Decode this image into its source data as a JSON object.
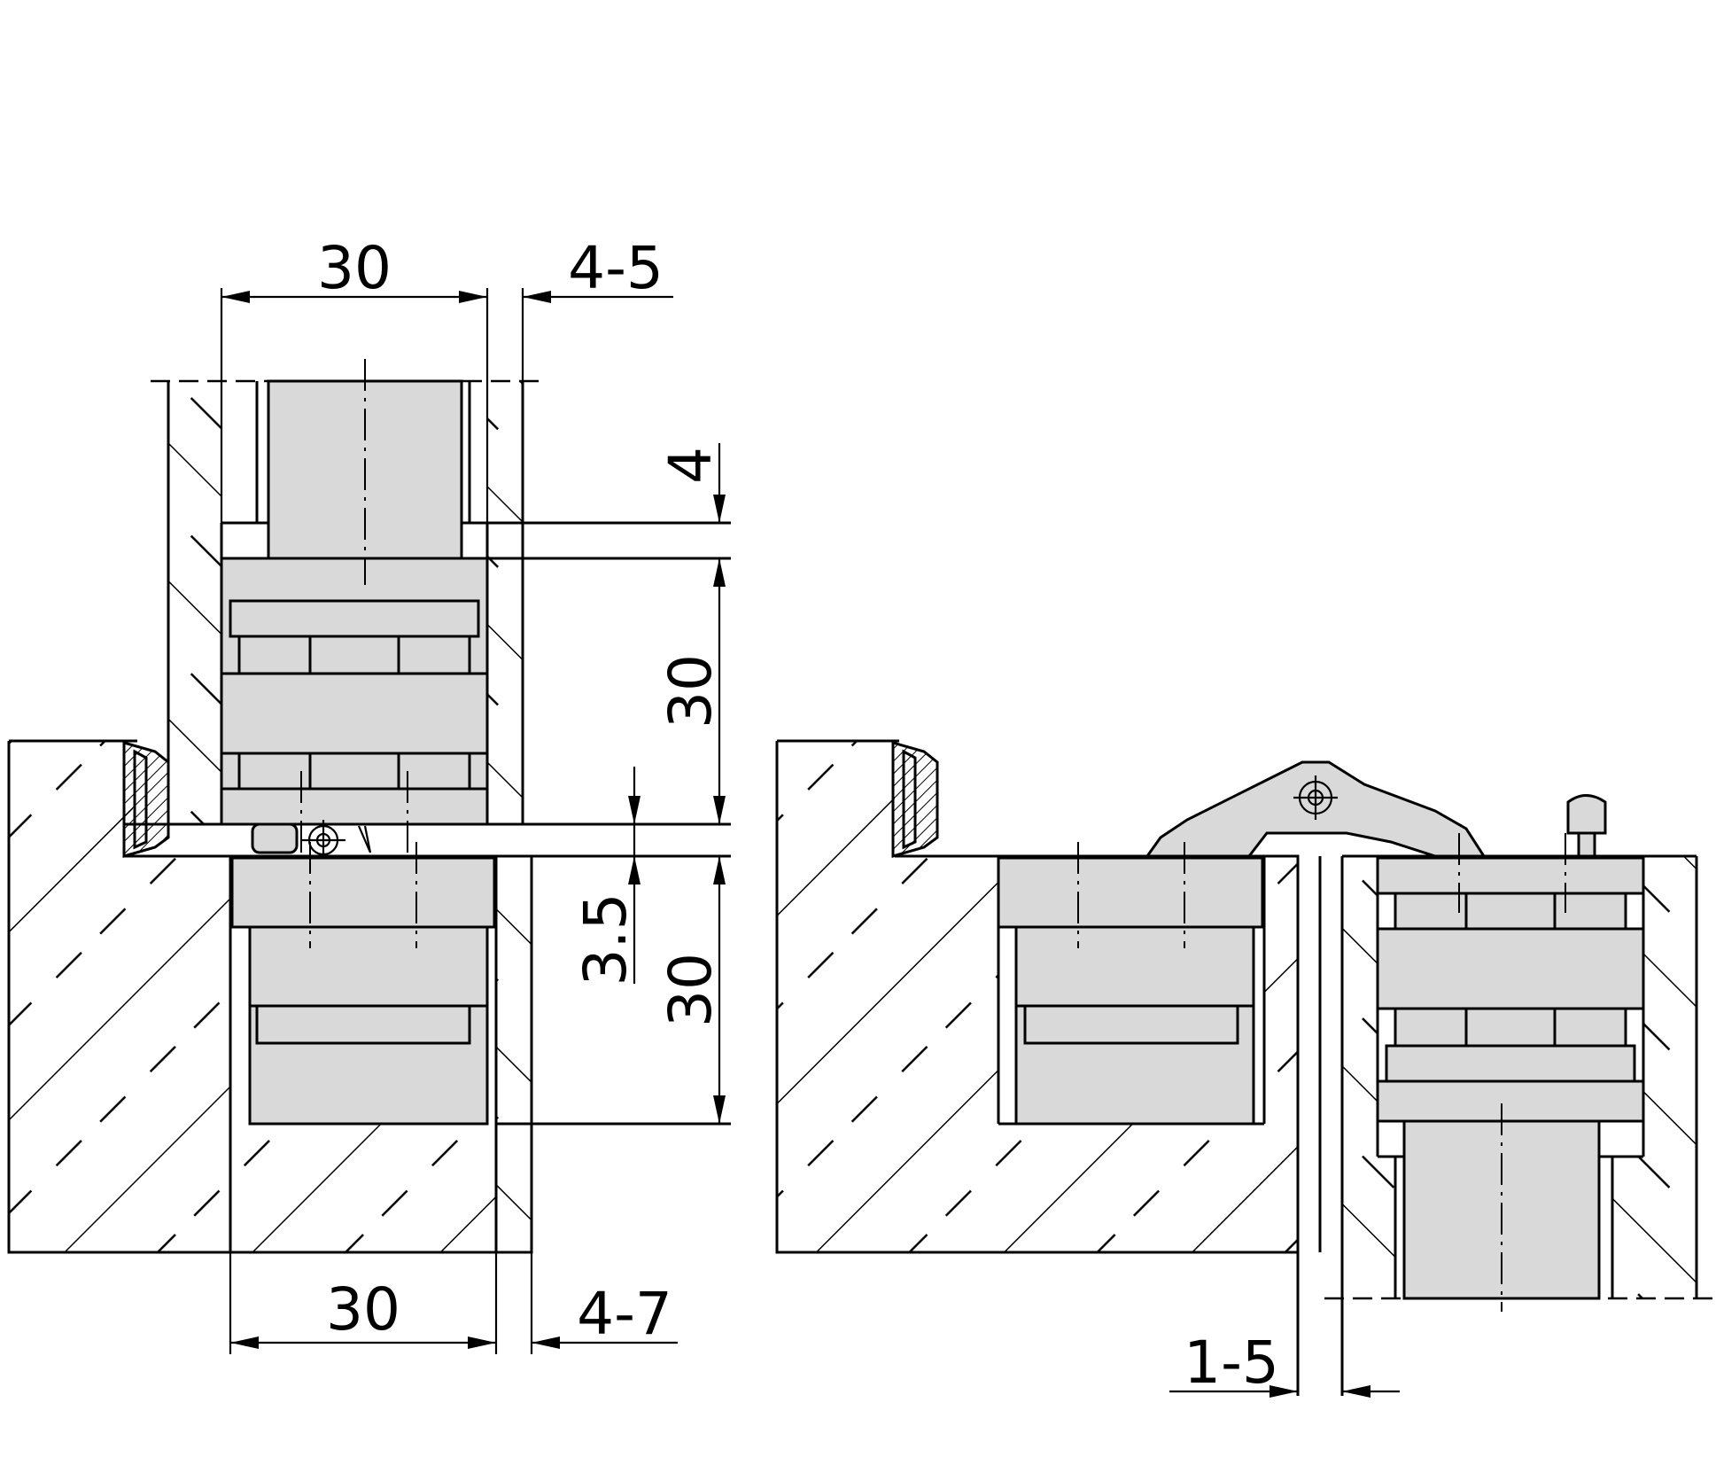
{
  "drawing": {
    "colors": {
      "line": "#000000",
      "part_fill": "#d9d9d9",
      "background": "#ffffff"
    },
    "dimensions": {
      "top_width": "30",
      "top_gap": "4-5",
      "vertical_offset": "4",
      "upper_height": "30",
      "gap_height": "3.5",
      "lower_height": "30",
      "bottom_width": "30",
      "bottom_gap": "4-7",
      "right_gap": "1-5"
    }
  }
}
